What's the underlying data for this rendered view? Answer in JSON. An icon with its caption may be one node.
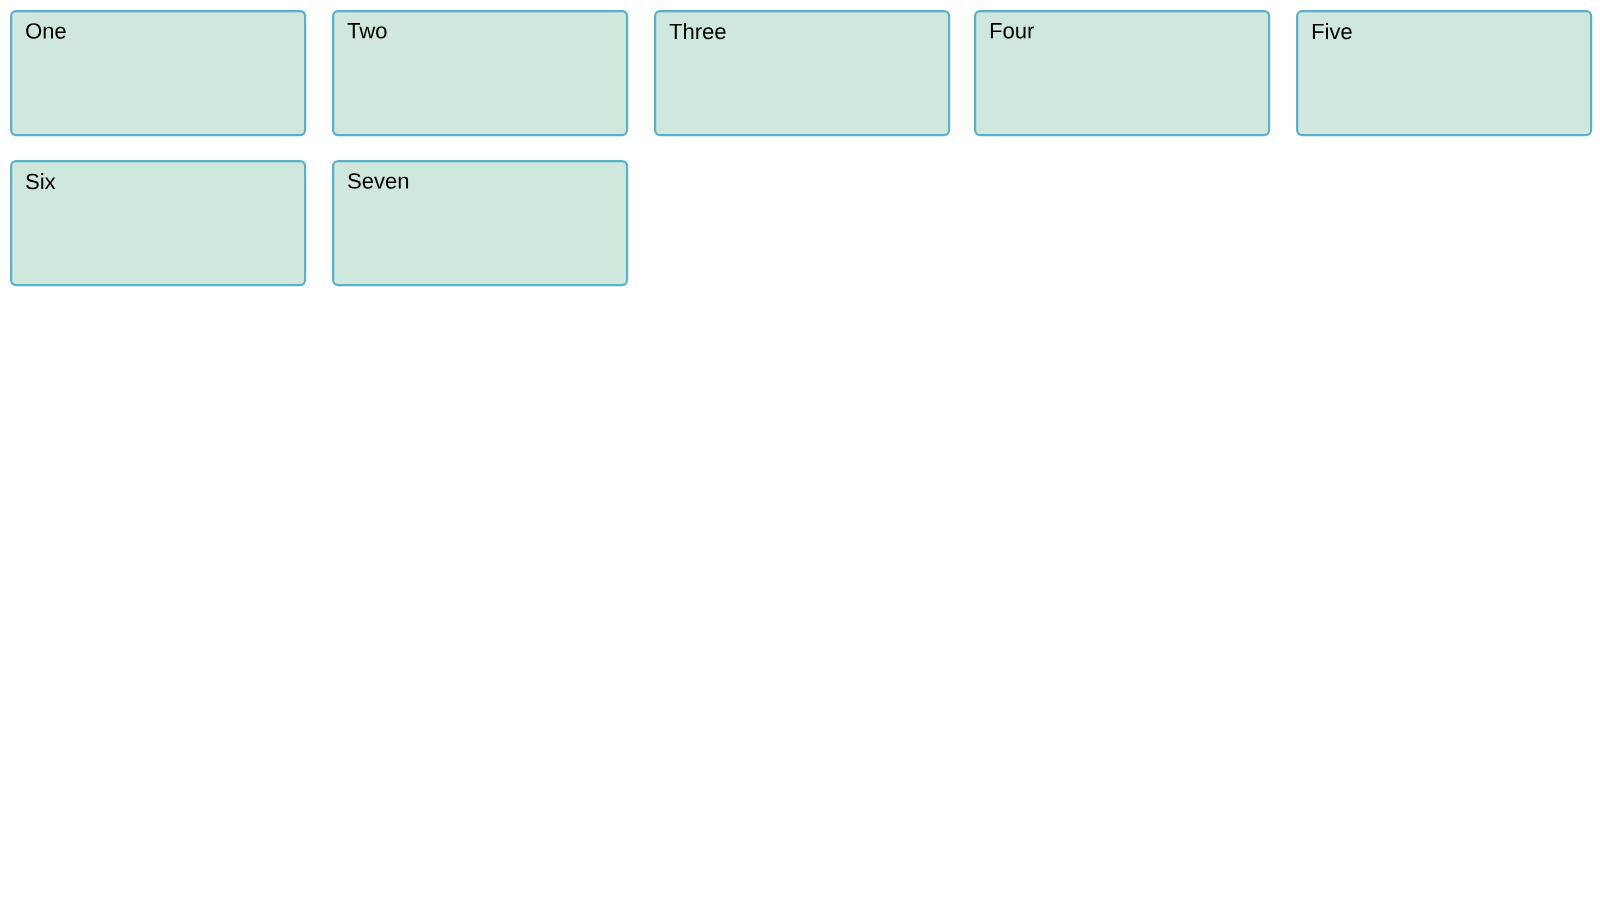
{
  "diagram": {
    "nodes": [
      {
        "text": [
          "One"
        ]
      },
      {
        "text": [
          "Two"
        ]
      },
      {
        "text": [
          "Three"
        ]
      },
      {
        "text": [
          "Four"
        ]
      },
      {
        "text": [
          "Five"
        ]
      },
      {
        "text": [
          "Six"
        ]
      },
      {
        "text": [
          "Seven"
        ]
      }
    ]
  }
}
